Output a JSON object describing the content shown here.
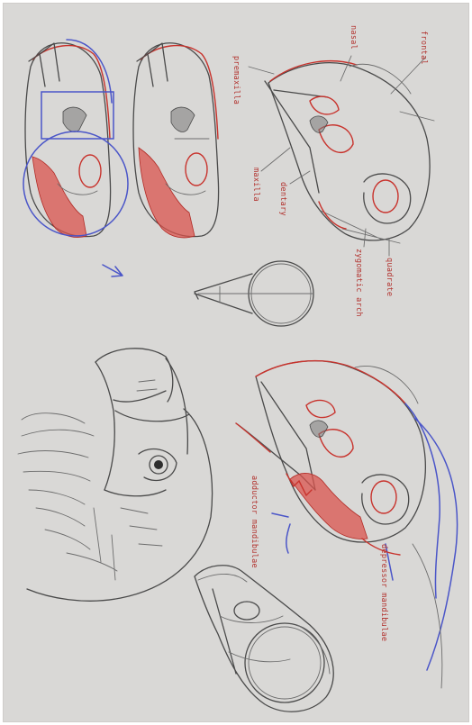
{
  "labels": {
    "nasal": "nasal",
    "frontal": "frontal",
    "premaxilla": "premaxilla",
    "maxilla": "maxilla",
    "dentary": "dentary",
    "quadrate": "quadrate",
    "zygomatic_arch": "zygomatic arch",
    "adductor_mandibulae": "adductor mandibulae",
    "depressor_mandibulae": "depressor mandibulae"
  },
  "colors": {
    "paper": "#d9d8d6",
    "graphite": "#4a4a4a",
    "red_annotation": "#c8332d",
    "blue_construction": "#4a55c8"
  }
}
